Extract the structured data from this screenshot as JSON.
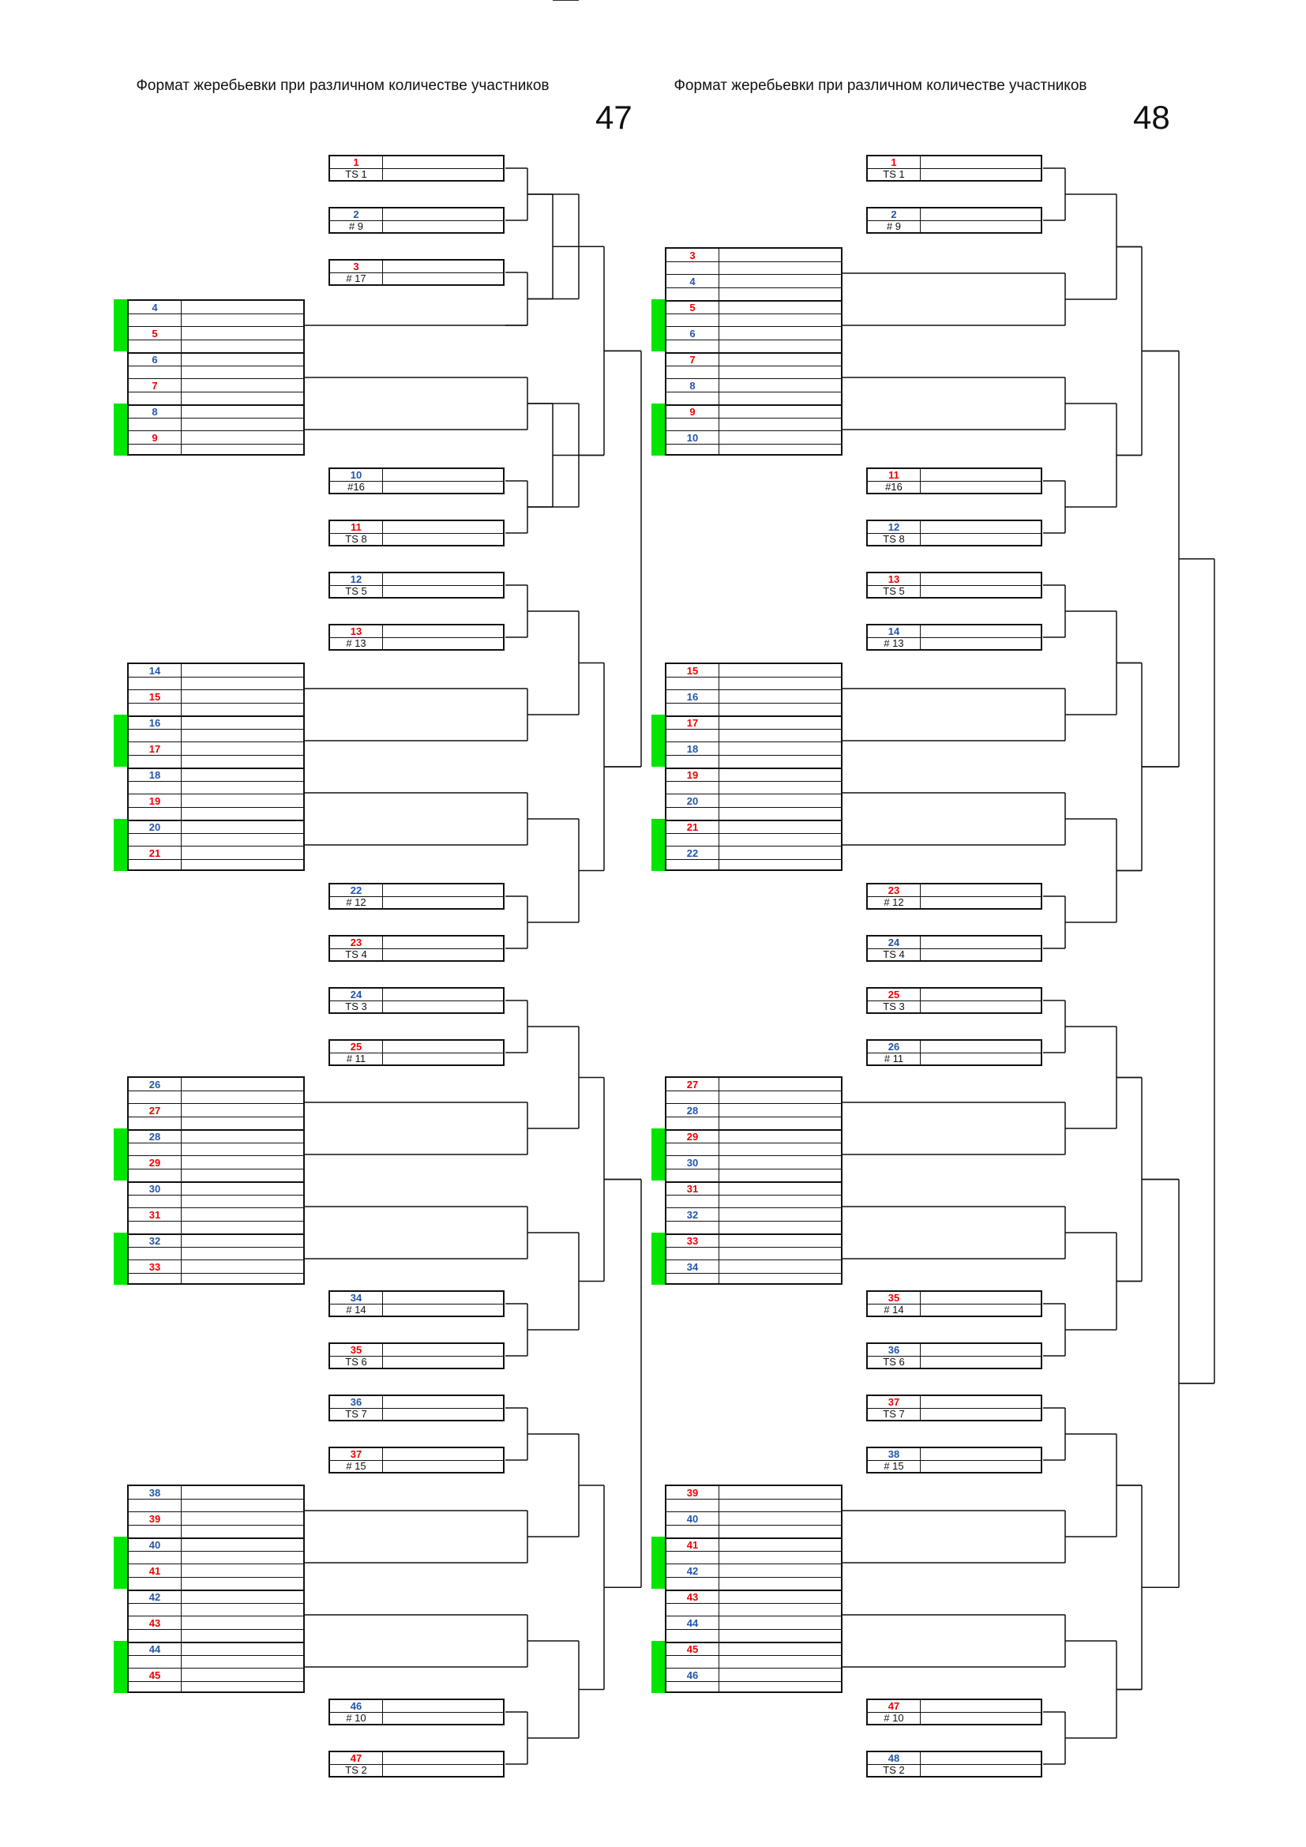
{
  "brackets": [
    {
      "title": "Формат жеребьевки при различном количестве участников",
      "count": "47",
      "singles": [
        {
          "num": "1",
          "seed": "TS 1"
        },
        {
          "num": "2",
          "seed": "# 9"
        },
        {
          "num": "3",
          "seed": "# 17"
        },
        {
          "num": "10",
          "seed": "#16"
        },
        {
          "num": "11",
          "seed": "TS 8"
        },
        {
          "num": "12",
          "seed": "TS 5"
        },
        {
          "num": "13",
          "seed": "# 13"
        },
        {
          "num": "22",
          "seed": "# 12"
        },
        {
          "num": "23",
          "seed": "TS 4"
        },
        {
          "num": "24",
          "seed": "TS 3"
        },
        {
          "num": "25",
          "seed": "# 11"
        },
        {
          "num": "34",
          "seed": "# 14"
        },
        {
          "num": "35",
          "seed": "TS 6"
        },
        {
          "num": "36",
          "seed": "TS 7"
        },
        {
          "num": "37",
          "seed": "# 15"
        },
        {
          "num": "46",
          "seed": "# 10"
        },
        {
          "num": "47",
          "seed": "TS 2"
        }
      ],
      "blocks": [
        [
          "4",
          "5",
          "6",
          "7",
          "8",
          "9"
        ],
        [
          "14",
          "15",
          "16",
          "17",
          "18",
          "19",
          "20",
          "21"
        ],
        [
          "26",
          "27",
          "28",
          "29",
          "30",
          "31",
          "32",
          "33"
        ],
        [
          "38",
          "39",
          "40",
          "41",
          "42",
          "43",
          "44",
          "45"
        ]
      ]
    },
    {
      "title": "Формат жеребьевки при различном количестве участников",
      "count": "48",
      "singles": [
        {
          "num": "1",
          "seed": "TS 1"
        },
        {
          "num": "2",
          "seed": "# 9"
        },
        {
          "num": "11",
          "seed": "#16"
        },
        {
          "num": "12",
          "seed": "TS 8"
        },
        {
          "num": "13",
          "seed": "TS 5"
        },
        {
          "num": "14",
          "seed": "# 13"
        },
        {
          "num": "23",
          "seed": "# 12"
        },
        {
          "num": "24",
          "seed": "TS 4"
        },
        {
          "num": "25",
          "seed": "TS 3"
        },
        {
          "num": "26",
          "seed": "# 11"
        },
        {
          "num": "35",
          "seed": "# 14"
        },
        {
          "num": "36",
          "seed": "TS 6"
        },
        {
          "num": "37",
          "seed": "TS 7"
        },
        {
          "num": "38",
          "seed": "# 15"
        },
        {
          "num": "47",
          "seed": "# 10"
        },
        {
          "num": "48",
          "seed": "TS 2"
        }
      ],
      "blocks": [
        [
          "3",
          "4",
          "5",
          "6",
          "7",
          "8",
          "9",
          "10"
        ],
        [
          "15",
          "16",
          "17",
          "18",
          "19",
          "20",
          "21",
          "22"
        ],
        [
          "27",
          "28",
          "29",
          "30",
          "31",
          "32",
          "33",
          "34"
        ],
        [
          "39",
          "40",
          "41",
          "42",
          "43",
          "44",
          "45",
          "46"
        ]
      ]
    }
  ],
  "colors": {
    "odd_number": "#ee0000",
    "even_number": "#2255aa",
    "marker": "#00e600",
    "line": "#111111"
  }
}
